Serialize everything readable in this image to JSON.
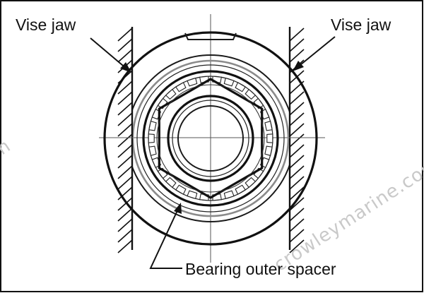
{
  "labels": {
    "vise_jaw_left": "Vise jaw",
    "vise_jaw_right": "Vise jaw",
    "bearing_outer_spacer": "Bearing outer spacer"
  },
  "watermark": "crowleymarine.com",
  "colors": {
    "line": "#111111",
    "background": "#ffffff",
    "watermark": "#c9c9c9"
  }
}
